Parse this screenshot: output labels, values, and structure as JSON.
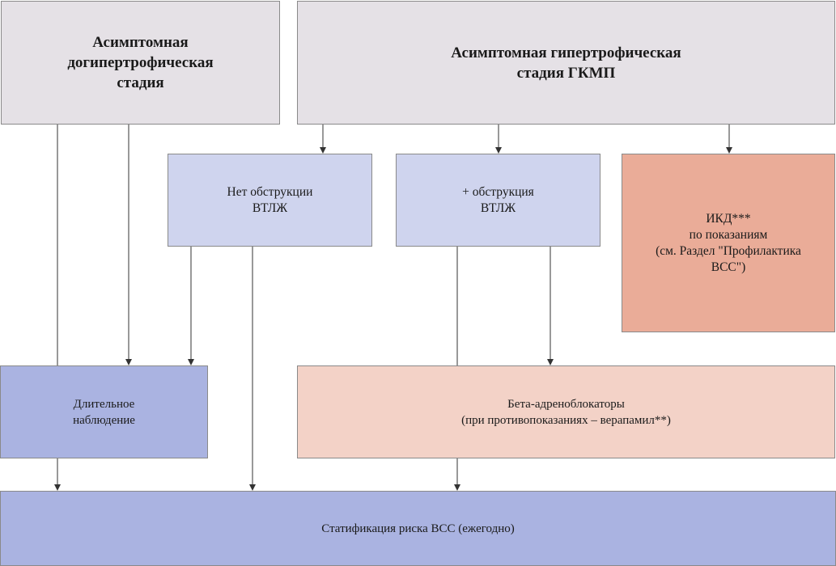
{
  "boxes": {
    "presymptomatic": {
      "lines": [
        "Асимптомная",
        "догипертрофическая",
        "стадия"
      ]
    },
    "hypertrophic": {
      "lines": [
        "Асимптомная гипертрофическая",
        "стадия ГКМП"
      ]
    },
    "no_obstruction": {
      "lines": [
        "Нет обструкции",
        "ВТЛЖ"
      ]
    },
    "obstruction": {
      "lines": [
        "+ обструкция",
        "ВТЛЖ"
      ]
    },
    "icd": {
      "lines": [
        "ИКД***",
        "по показаниям",
        "(см. Раздел \"Профилактика",
        "ВСС\")"
      ]
    },
    "observation": {
      "lines": [
        "Длительное",
        "наблюдение"
      ]
    },
    "beta_blockers": {
      "lines": [
        "Бета-адреноблокаторы",
        "(при противопоказаниях – верапамил**)"
      ]
    },
    "risk_stratification": {
      "lines": [
        "Статификация риска ВСС (ежегодно)"
      ]
    }
  },
  "colors": {
    "grey_box": "#e5e1e6",
    "lavender_box": "#cfd4ee",
    "blue_box": "#aab3e1",
    "salmon_box": "#eaac98",
    "peach_box": "#f3d2c7",
    "connector": "#333333"
  }
}
